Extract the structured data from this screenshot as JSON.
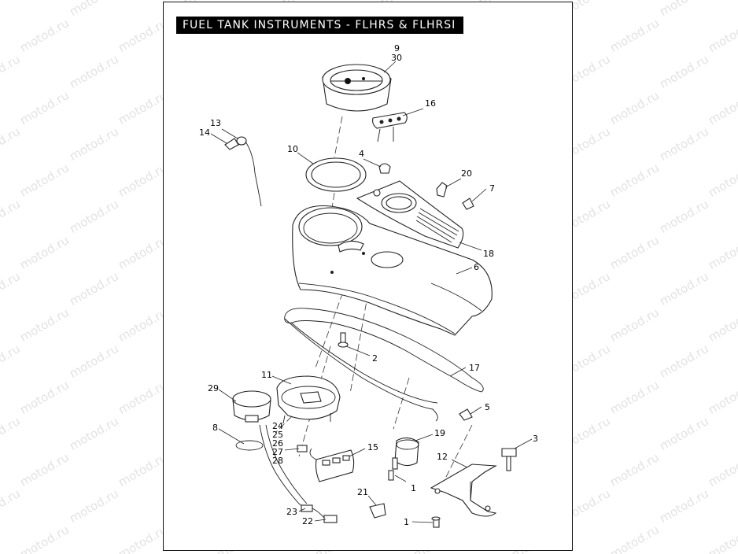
{
  "title": "FUEL TANK INSTRUMENTS - FLHRS & FLHRSI",
  "watermark_text": "motod.ru",
  "callouts": {
    "c9": "9",
    "c30": "30",
    "c16": "16",
    "c13": "13",
    "c14": "14",
    "c10": "10",
    "c4": "4",
    "c20": "20",
    "c7": "7",
    "c18": "18",
    "c6": "6",
    "c2": "2",
    "c17": "17",
    "c11": "11",
    "c29": "29",
    "c5": "5",
    "c19": "19",
    "c8": "8",
    "c24": "24",
    "c25": "25",
    "c26": "26",
    "c27": "27",
    "c28": "28",
    "c15": "15",
    "c3": "3",
    "c12": "12",
    "c1a": "1",
    "c21": "21",
    "c23": "23",
    "c22": "22",
    "c1b": "1"
  }
}
